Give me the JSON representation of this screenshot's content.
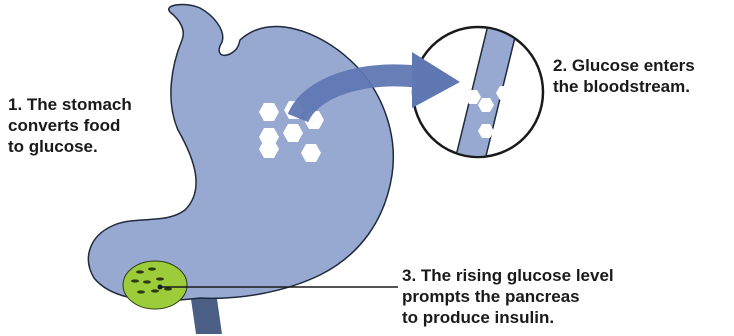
{
  "captions": [
    {
      "id": "stomach",
      "text": "1. The stomach\nconverts food\nto glucose."
    },
    {
      "id": "bloodstream",
      "text": "2. Glucose enters\nthe bloodstream."
    },
    {
      "id": "pancreas",
      "text": "3. The rising glucose level\nprompts the pancreas\nto produce insulin."
    }
  ],
  "colors": {
    "stomach": "#97a8d1",
    "stomach_outline": "#1f2a3a",
    "duodenum": "#4b5f86",
    "arrow": "#5f77b3",
    "pancreas": "#9ccc3a",
    "glucose": "#ffffff",
    "callout": "#1a1a1a"
  }
}
